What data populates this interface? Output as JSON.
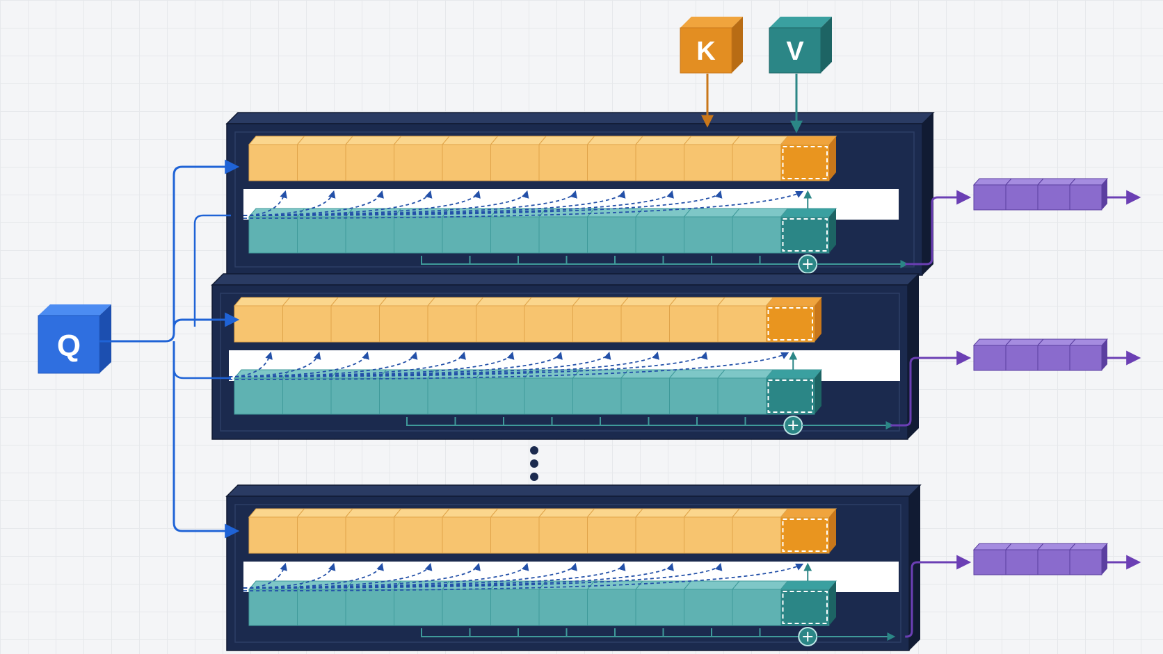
{
  "inputs": {
    "query": {
      "label": "Q",
      "color": "#2f6fe0"
    },
    "key": {
      "label": "K",
      "color": "#e38e22"
    },
    "value": {
      "label": "V",
      "color": "#2b8686"
    }
  },
  "colors": {
    "key_cell": "#f7c46f",
    "key_cell_new": "#e9951f",
    "value_cell": "#5fb2b2",
    "value_cell_new": "#2b8686",
    "panel": "#1b2a4e",
    "query_arrow": "#1f63d6",
    "output": "#8a6bcd",
    "output_arrow": "#6b3fb4"
  },
  "layers": [
    {
      "id": "layer-1",
      "cached_cells": 11,
      "new_cells": 1
    },
    {
      "id": "layer-2",
      "cached_cells": 11,
      "new_cells": 1
    },
    {
      "id": "layer-n",
      "cached_cells": 11,
      "new_cells": 1
    }
  ],
  "outputs": {
    "cells_per_output": 4
  },
  "ellipsis": {
    "dots": 3
  }
}
